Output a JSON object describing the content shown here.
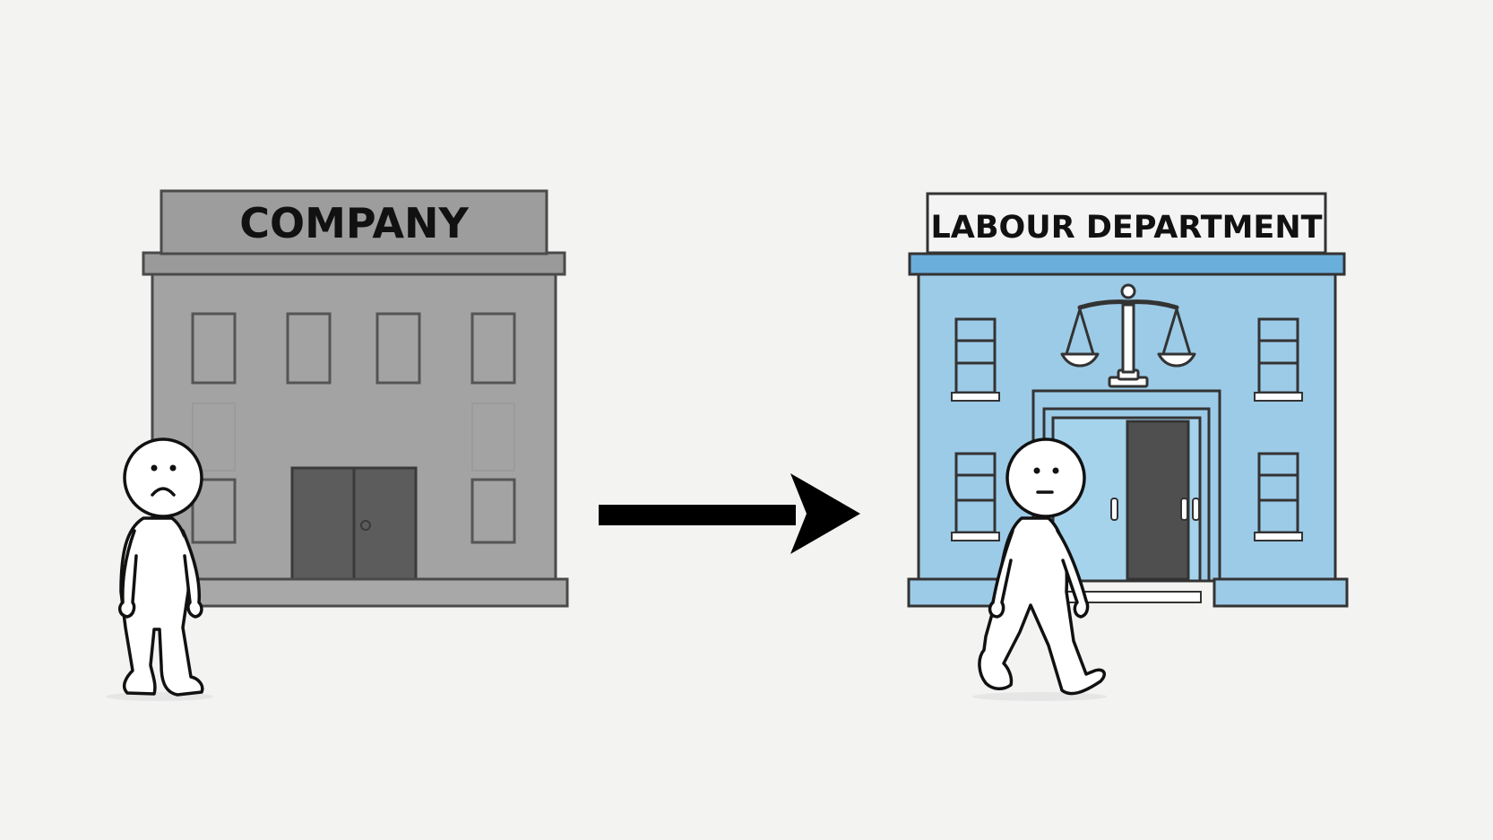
{
  "company": {
    "sign_label": "COMPANY",
    "colors": {
      "wall": "#a3a3a3",
      "sign": "#9d9d9d",
      "door": "#5c5c5c",
      "outline": "#4a4a4a"
    }
  },
  "labour_department": {
    "sign_label": "LABOUR DEPARTMENT",
    "colors": {
      "wall": "#9ccbe7",
      "trim": "#6aaedb",
      "sign": "#f4f4f4",
      "door": "#4f4f4f",
      "outline": "#333333"
    }
  },
  "arrow": {
    "color": "#000000",
    "direction": "right"
  },
  "figures": {
    "left": {
      "expression": "sad",
      "pose": "standing"
    },
    "right": {
      "expression": "neutral",
      "pose": "walking"
    }
  },
  "icons": [
    "scales-of-justice-icon"
  ]
}
